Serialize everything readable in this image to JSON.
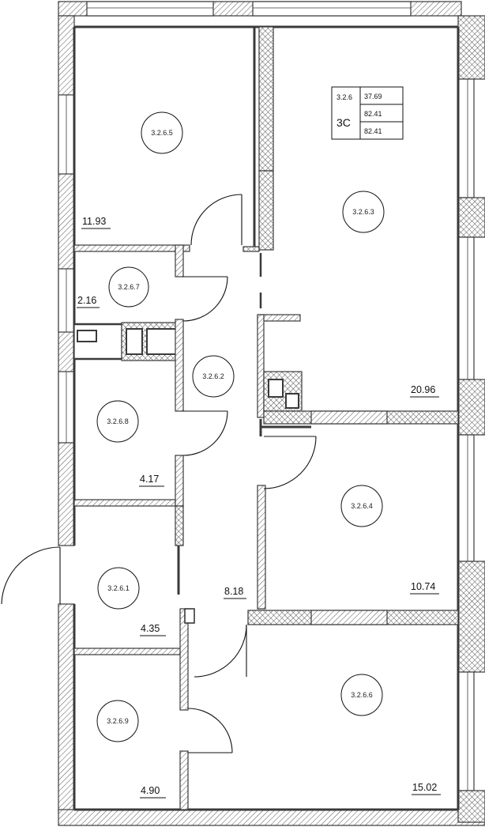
{
  "colors": {
    "wall": "#3a3a3a",
    "hatch": "#666666",
    "line": "#111111",
    "background": "#ffffff"
  },
  "apartment": {
    "number": "3.2.6",
    "type": "3С",
    "living_area": "37.69",
    "total_area": "82.41",
    "total_area_2": "82.41"
  },
  "rooms": [
    {
      "id": "3.2.6.5",
      "area": "11.93"
    },
    {
      "id": "3.2.6.3",
      "area": "20.96"
    },
    {
      "id": "3.2.6.7",
      "area": "2.16"
    },
    {
      "id": "3.2.6.2",
      "area": "8.18"
    },
    {
      "id": "3.2.6.8",
      "area": "4.17"
    },
    {
      "id": "3.2.6.4",
      "area": "10.74"
    },
    {
      "id": "3.2.6.1",
      "area": "4.35"
    },
    {
      "id": "3.2.6.6",
      "area": "15.02"
    },
    {
      "id": "3.2.6.9",
      "area": "4.90"
    }
  ]
}
